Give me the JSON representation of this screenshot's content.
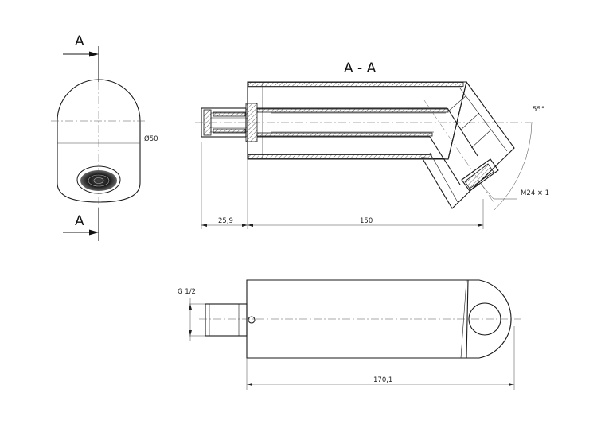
{
  "section_mark_top": "A",
  "section_mark_bottom": "A",
  "section_title": "A - A",
  "dims": {
    "diameter": "Ø50",
    "angle": "55°",
    "thread": "M24 × 1",
    "len_left": "25,9",
    "len_main": "150",
    "pipe_thread": "G 1/2",
    "len_total": "170,1"
  }
}
